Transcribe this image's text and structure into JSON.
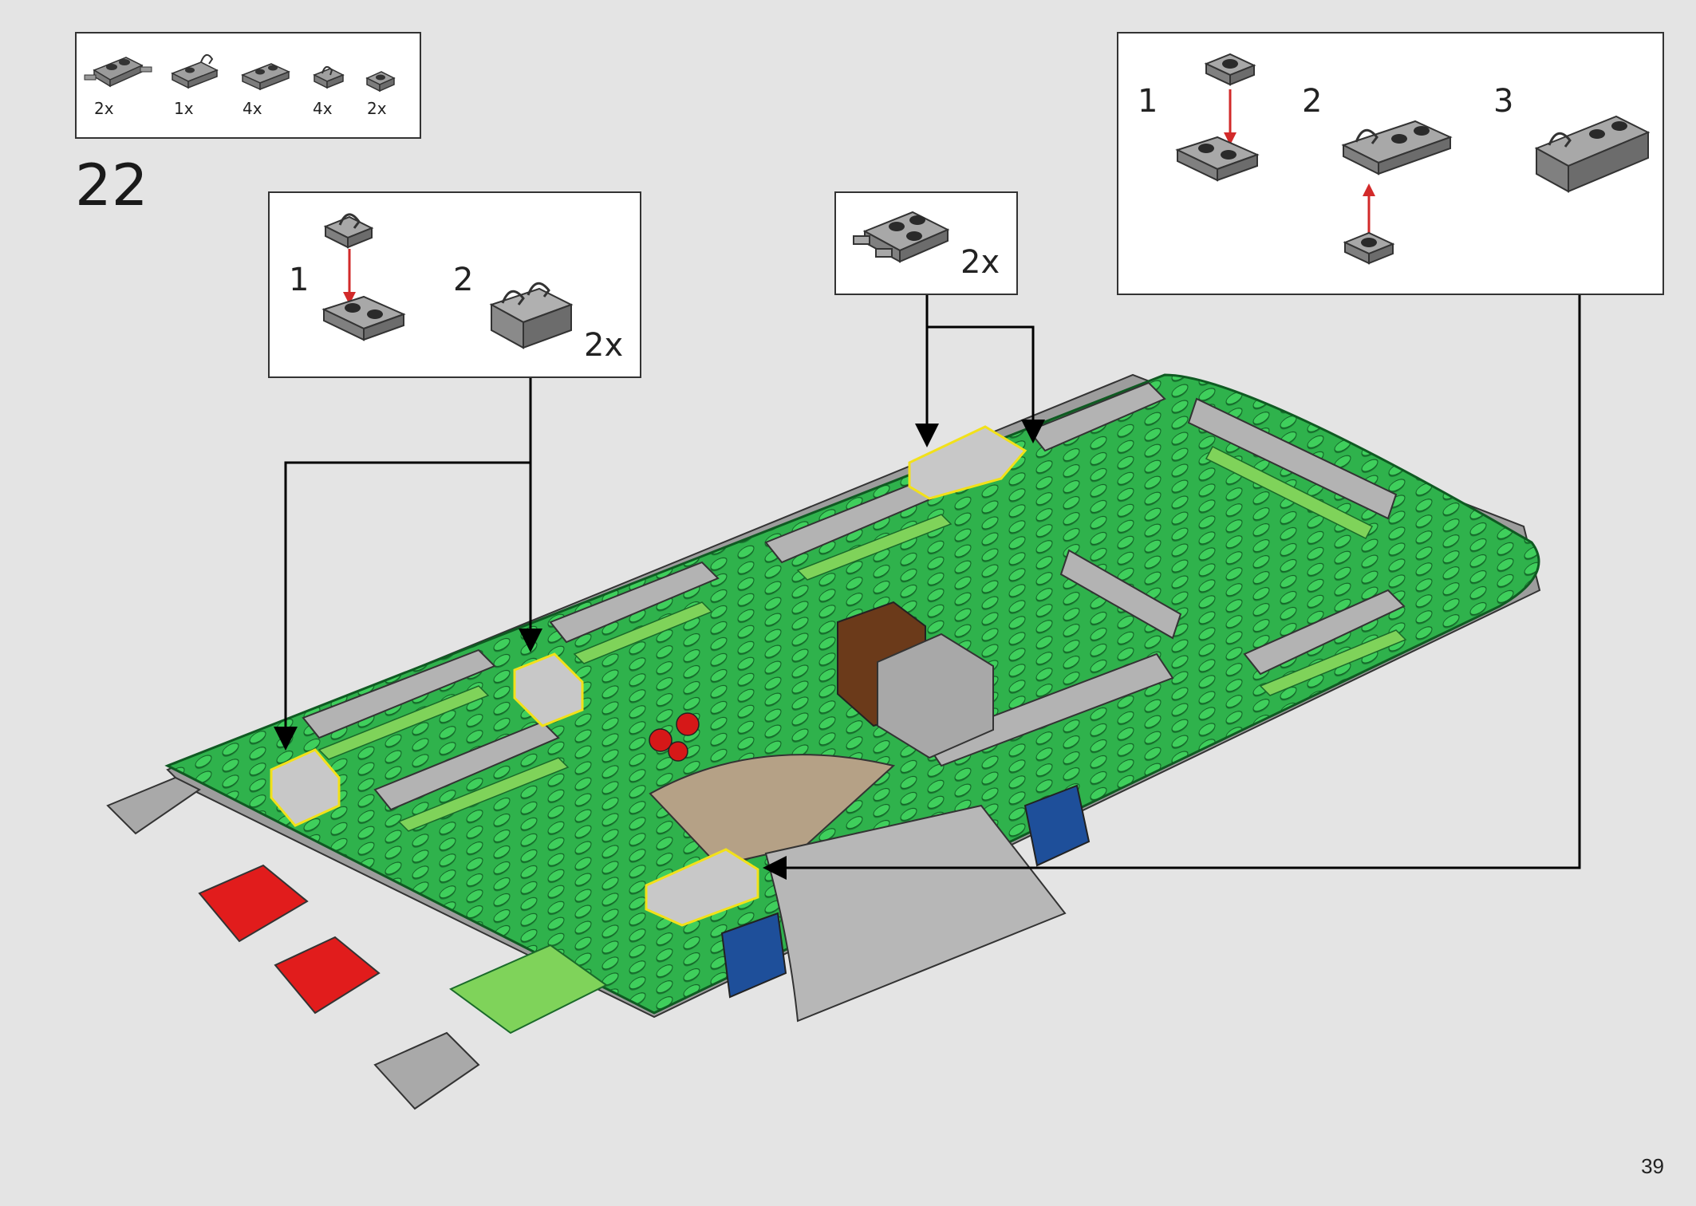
{
  "page_number": "39",
  "step_number": "22",
  "parts_list": [
    {
      "qty": "2x",
      "icon": "plate-1x2-with-bars-icon"
    },
    {
      "qty": "1x",
      "icon": "plate-1x2-with-clip-icon"
    },
    {
      "qty": "4x",
      "icon": "plate-1x2-icon"
    },
    {
      "qty": "4x",
      "icon": "plate-1x1-with-clip-icon"
    },
    {
      "qty": "2x",
      "icon": "plate-1x1-icon"
    }
  ],
  "callout_left": {
    "step1": "1",
    "step2": "2",
    "multiplier": "2x"
  },
  "callout_middle": {
    "multiplier": "2x"
  },
  "callout_right": {
    "step1": "1",
    "step2": "2",
    "step3": "3"
  },
  "colors": {
    "background": "#e4e4e4",
    "baseplate_green": "#2fb24c",
    "bright_green": "#7fd35a",
    "gray": "#a8a8a8",
    "highlight": "#f2e11a",
    "arrow_red": "#d22a2a",
    "red_brick": "#e11c1c",
    "blue_brick": "#1e4f9a",
    "tan": "#b5a186",
    "brown": "#6b3a1a"
  }
}
